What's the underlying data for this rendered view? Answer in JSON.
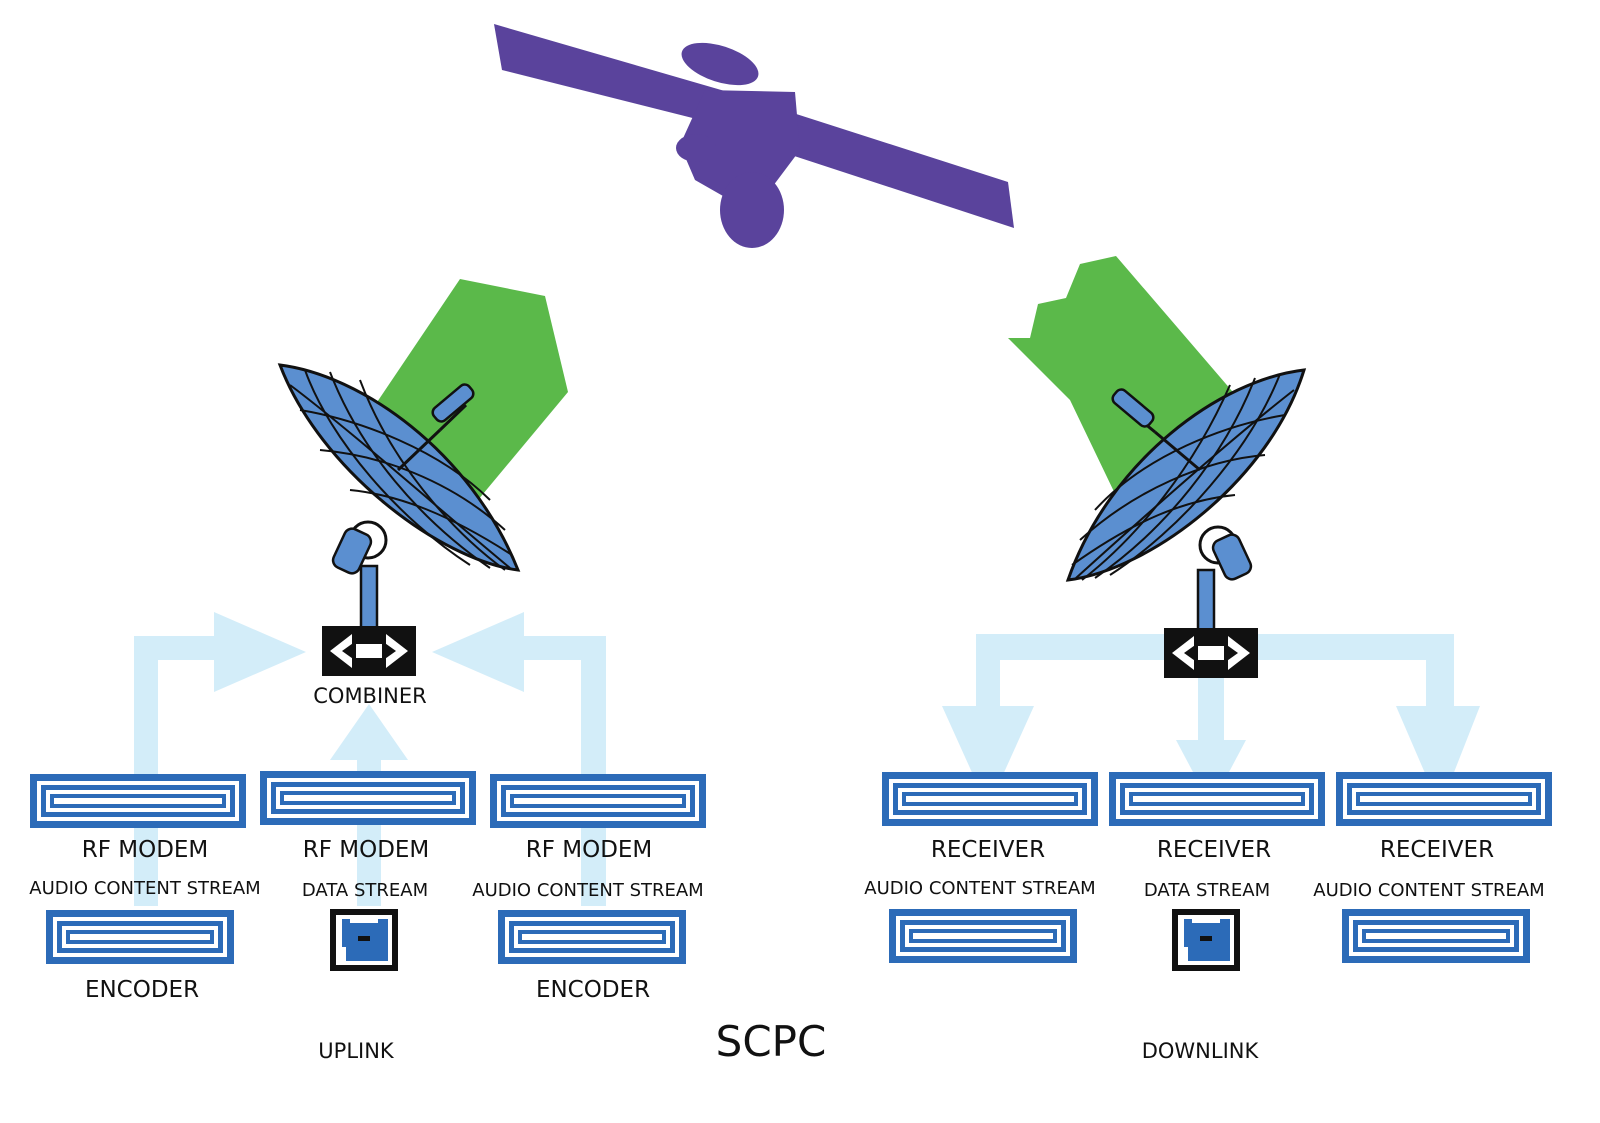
{
  "title": "SCPC",
  "uplink": {
    "section_label": "UPLINK",
    "combiner_label": "COMBINER",
    "columns": [
      {
        "device": "RF MODEM",
        "stream": "AUDIO CONTENT STREAM",
        "source": "ENCODER"
      },
      {
        "device": "RF MODEM",
        "stream": "DATA STREAM",
        "source": ""
      },
      {
        "device": "RF MODEM",
        "stream": "AUDIO CONTENT STREAM",
        "source": "ENCODER"
      }
    ]
  },
  "downlink": {
    "section_label": "DOWNLINK",
    "columns": [
      {
        "device": "RECEIVER",
        "stream": "AUDIO CONTENT STREAM"
      },
      {
        "device": "RECEIVER",
        "stream": "DATA STREAM"
      },
      {
        "device": "RECEIVER",
        "stream": "AUDIO CONTENT STREAM"
      }
    ]
  },
  "colors": {
    "satellite": "#5a439c",
    "beam": "#5bb94a",
    "dish": "#5b8fd0",
    "device_border": "#2c6bb8",
    "flow_arrow": "#d3edf9",
    "combiner": "#111111"
  }
}
